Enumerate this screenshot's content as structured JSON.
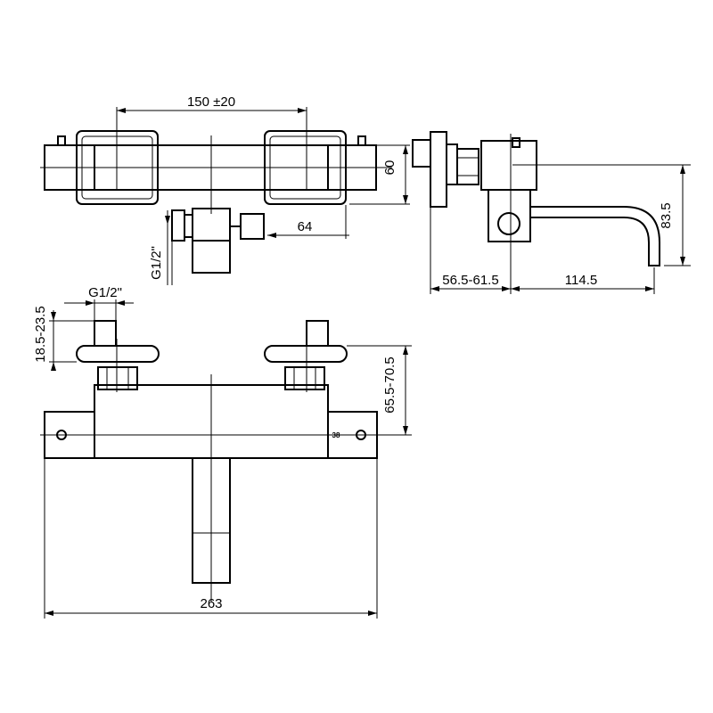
{
  "dimensions": {
    "spacing": "150 ±20",
    "height": "60",
    "outlet_offset": "64",
    "inlet_thread_vertical": "G1/2\"",
    "outlet_height": "83.5",
    "wall_projection": "56.5-61.5",
    "spout_reach": "114.5",
    "inlet_thread_horizontal": "G1/2\"",
    "eccentric_height": "18.5-23.5",
    "eccentric_projection": "65.5-70.5",
    "total_width": "263",
    "thermostat_mark": "38"
  }
}
